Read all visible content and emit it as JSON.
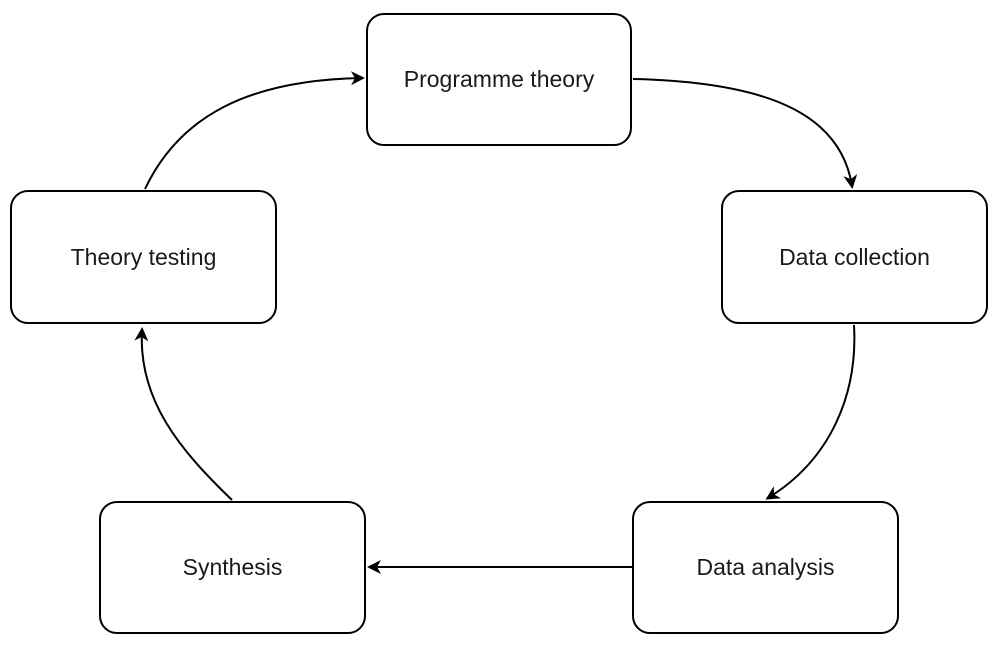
{
  "diagram": {
    "type": "cycle-flowchart",
    "nodes": [
      {
        "id": "programme-theory",
        "label": "Programme theory"
      },
      {
        "id": "data-collection",
        "label": "Data collection"
      },
      {
        "id": "data-analysis",
        "label": "Data analysis"
      },
      {
        "id": "synthesis",
        "label": "Synthesis"
      },
      {
        "id": "theory-testing",
        "label": "Theory testing"
      }
    ],
    "edges": [
      {
        "from": "programme-theory",
        "to": "data-collection"
      },
      {
        "from": "data-collection",
        "to": "data-analysis"
      },
      {
        "from": "data-analysis",
        "to": "synthesis"
      },
      {
        "from": "synthesis",
        "to": "theory-testing"
      },
      {
        "from": "theory-testing",
        "to": "programme-theory"
      }
    ],
    "colors": {
      "stroke": "#000000",
      "fill": "#ffffff",
      "text": "#1a1a1a"
    }
  }
}
